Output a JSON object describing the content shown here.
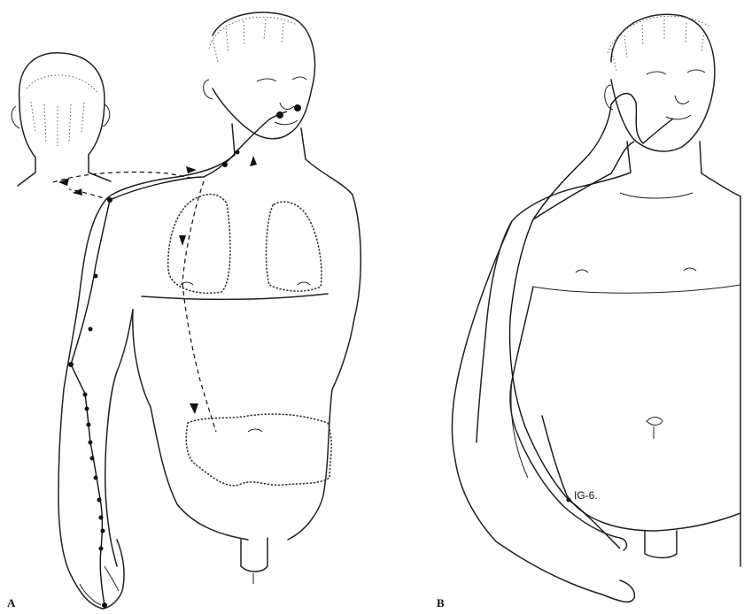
{
  "figure": {
    "panels": [
      {
        "id": "A",
        "label": "A"
      },
      {
        "id": "B",
        "label": "B",
        "point_label": "IG-6."
      }
    ],
    "colors": {
      "ink": "#111111",
      "background": "#ffffff"
    }
  }
}
